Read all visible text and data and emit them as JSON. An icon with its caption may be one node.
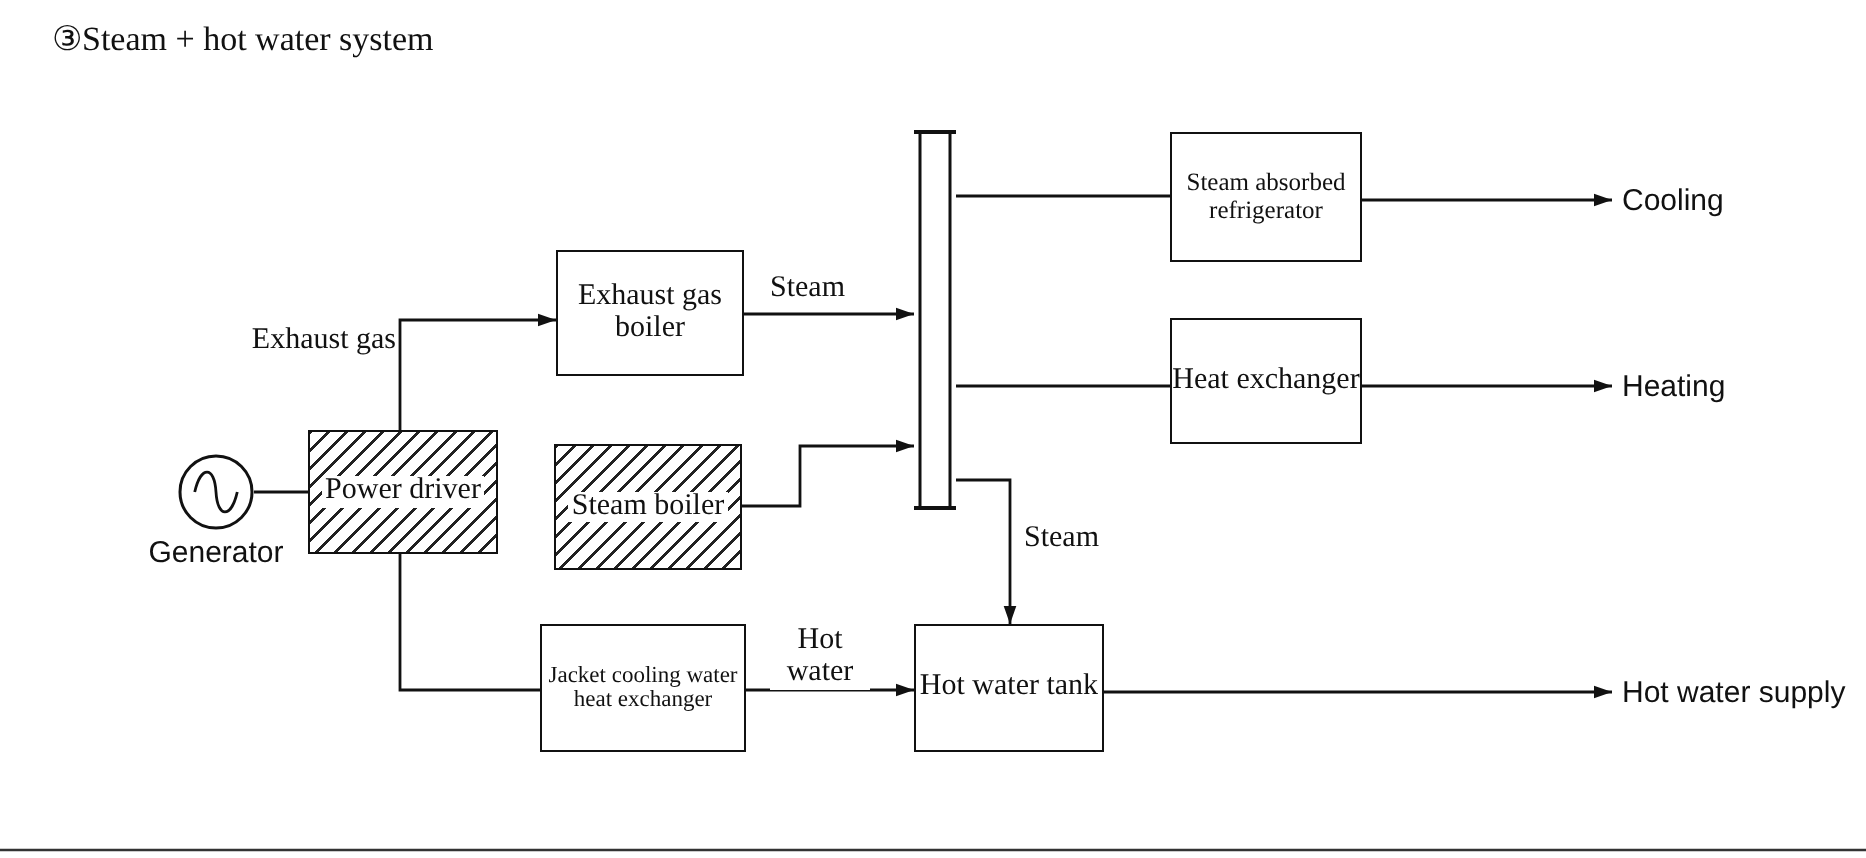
{
  "diagram": {
    "title": "③Steam + hot water system",
    "nodes": [
      {
        "text": [],
        "shape": "circle",
        "beside": [
          "Generator"
        ]
      },
      {
        "text": [
          "Power driver"
        ]
      },
      {
        "text": [
          "Exhaust gas boiler"
        ]
      },
      {
        "text": [
          "Steam boiler"
        ]
      },
      {
        "text": [],
        "shape": "bar"
      },
      {
        "text": [
          "Steam absorbed refrigerator"
        ]
      },
      {
        "text": [
          "Heat exchanger"
        ]
      },
      {
        "text": [
          "Cooling"
        ]
      },
      {
        "text": [
          "Heating"
        ]
      },
      {
        "text": [
          "Jacket cooling water heat exchanger"
        ]
      },
      {
        "text": [
          "Hot water tank"
        ]
      },
      {
        "text": [
          "Hot water supply"
        ]
      }
    ],
    "edges": [
      {
        "from": 0,
        "to": 1,
        "arrow": "none"
      },
      {
        "from": 1,
        "to": 2,
        "arrow": "to",
        "label": "Exhaust gas"
      },
      {
        "from": 2,
        "to": 4,
        "arrow": "to",
        "label": "Steam"
      },
      {
        "from": 3,
        "to": 4,
        "arrow": "to"
      },
      {
        "from": 4,
        "to": 5,
        "arrow": "none"
      },
      {
        "from": 4,
        "to": 6,
        "arrow": "none"
      },
      {
        "from": 5,
        "to": 7,
        "arrow": "to"
      },
      {
        "from": 6,
        "to": 8,
        "arrow": "to"
      },
      {
        "from": 4,
        "to": 10,
        "arrow": "to",
        "label": "Steam"
      },
      {
        "from": 1,
        "to": 9,
        "arrow": "none"
      },
      {
        "from": 9,
        "to": 10,
        "arrow": "to",
        "label": "Hot water"
      },
      {
        "from": 10,
        "to": 11,
        "arrow": "to"
      }
    ]
  }
}
